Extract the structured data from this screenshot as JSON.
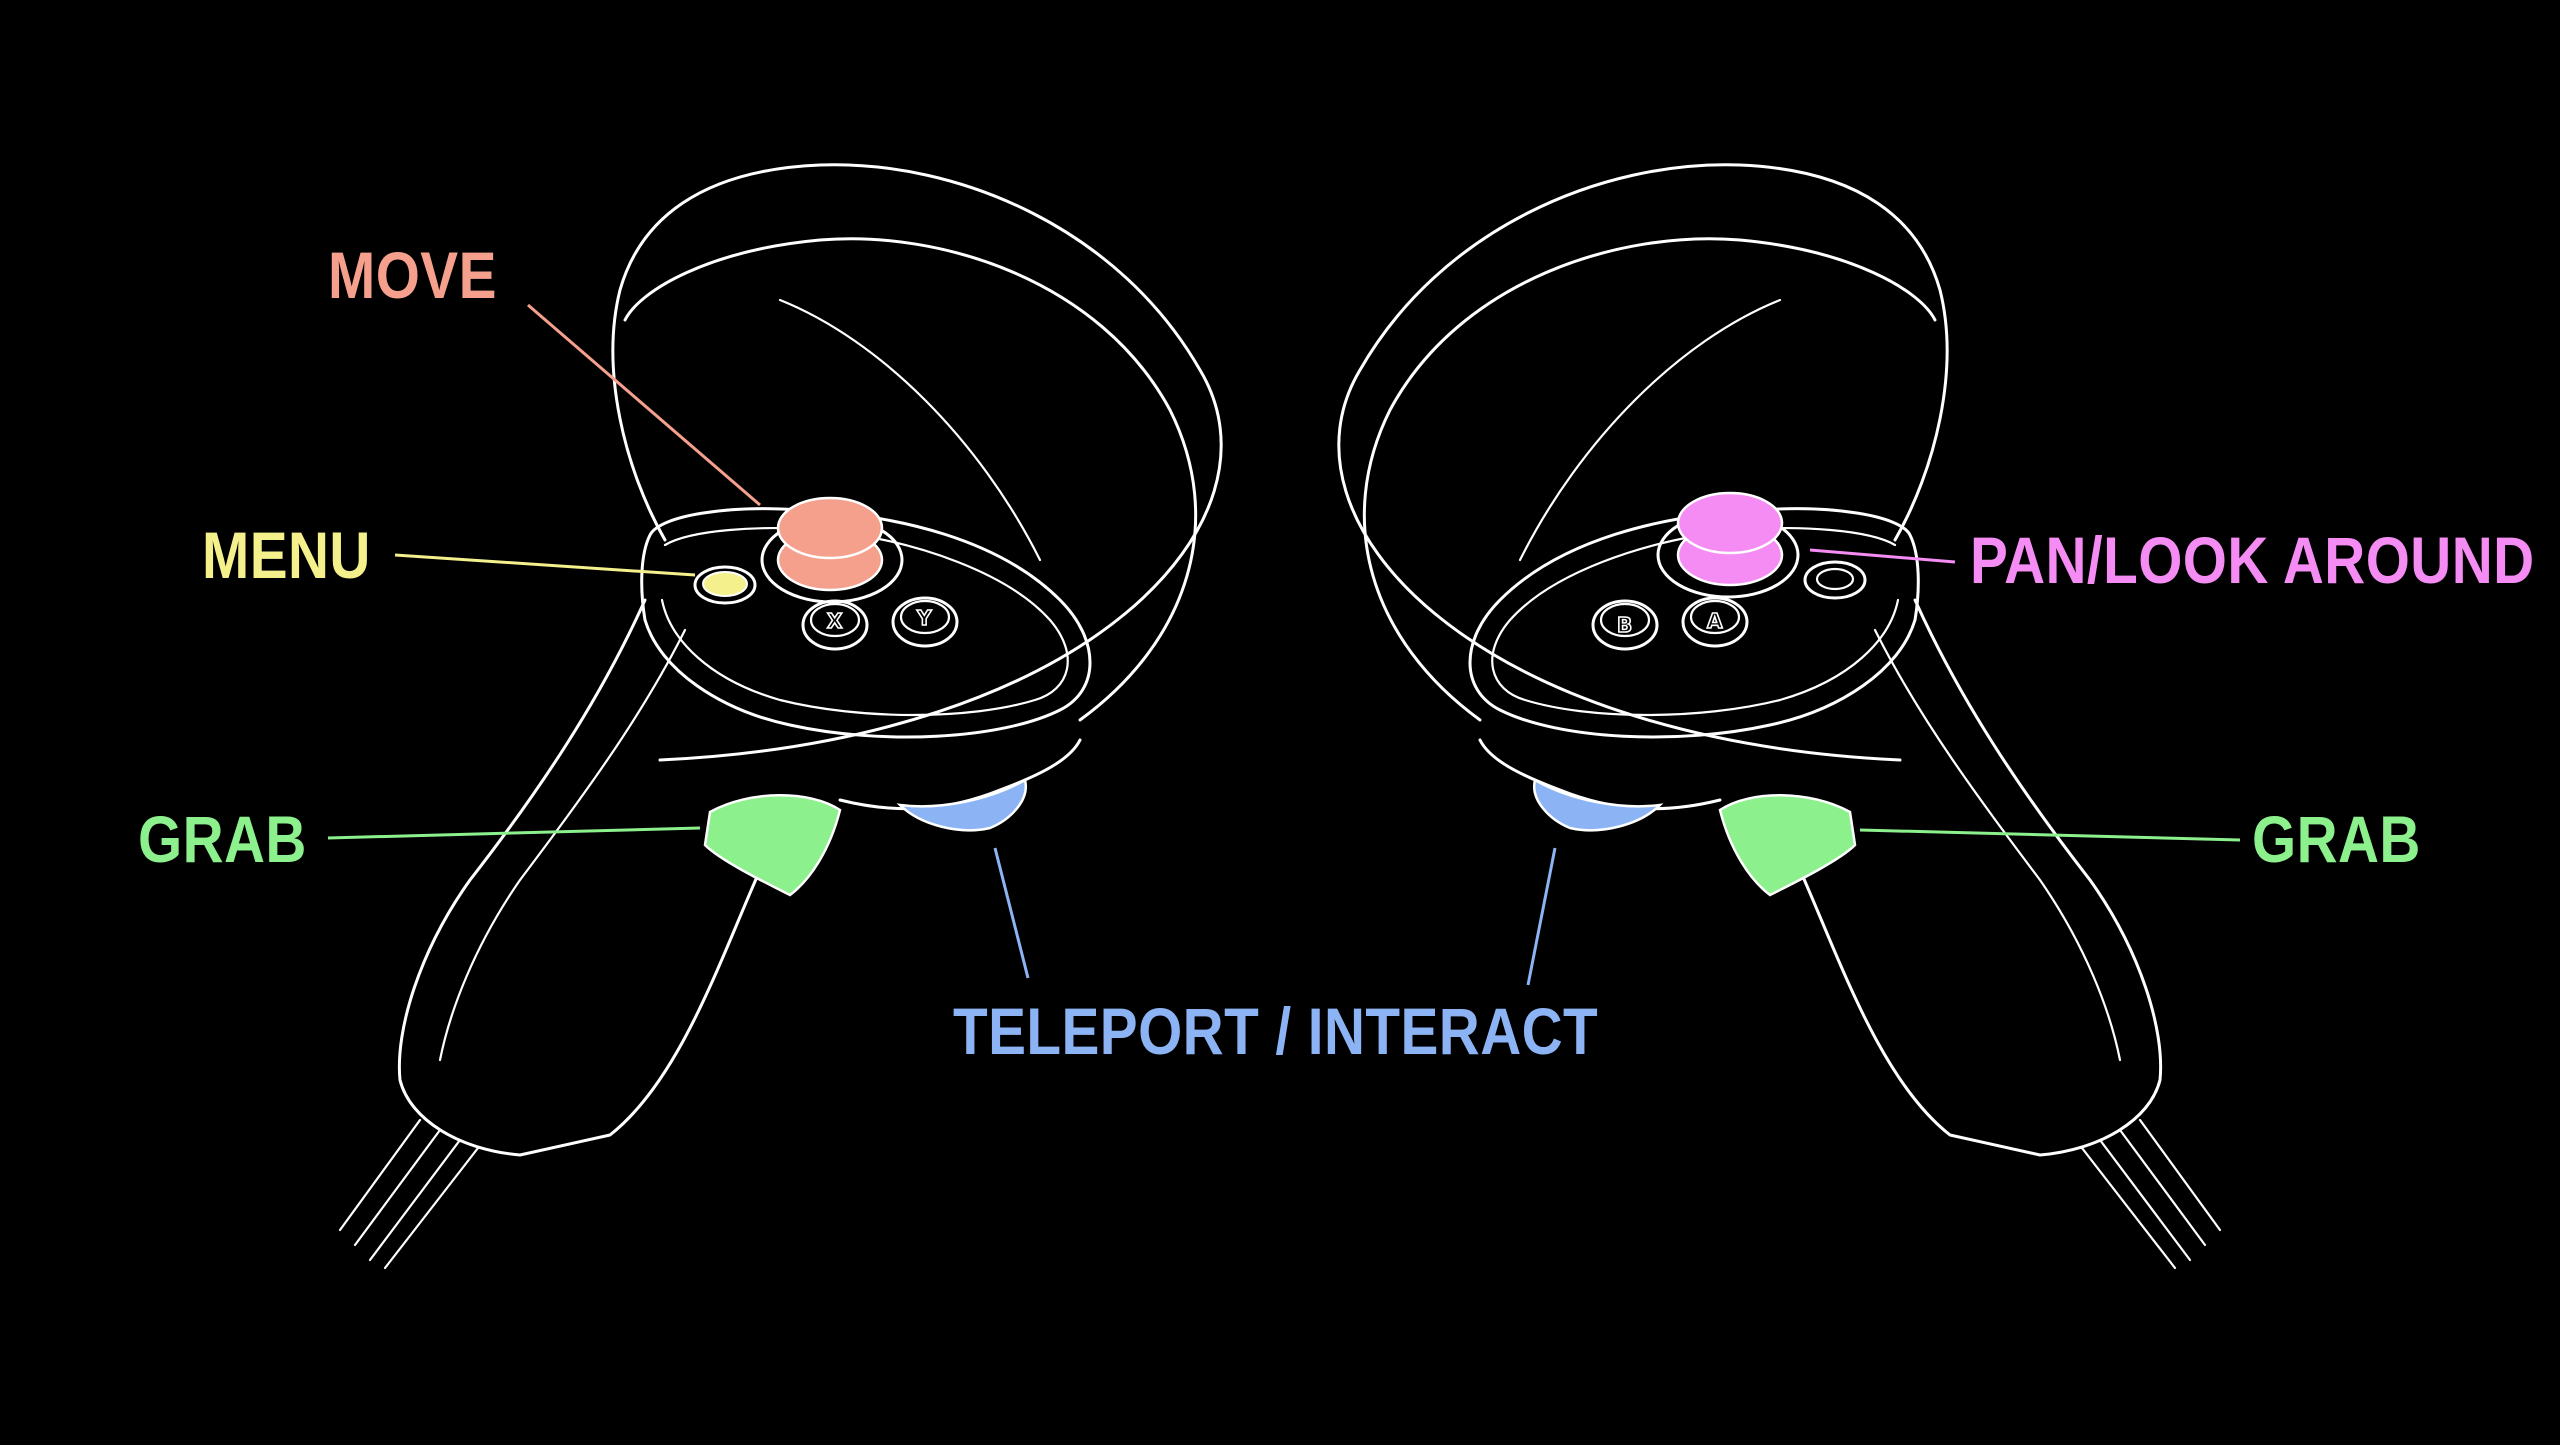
{
  "labels": {
    "move": "MOVE",
    "menu": "MENU",
    "grab_left": "GRAB",
    "grab_right": "GRAB",
    "pan": "PAN/LOOK AROUND",
    "teleport": "TELEPORT / INTERACT"
  },
  "buttons": {
    "left_face_1": "X",
    "left_face_2": "Y",
    "right_face_1": "B",
    "right_face_2": "A"
  },
  "colors": {
    "move": "#f4a08c",
    "menu": "#f4f08c",
    "grab": "#8cf08c",
    "pan": "#f48cf4",
    "teleport": "#8cb4f4",
    "outline": "#ffffff",
    "background": "#000000"
  }
}
